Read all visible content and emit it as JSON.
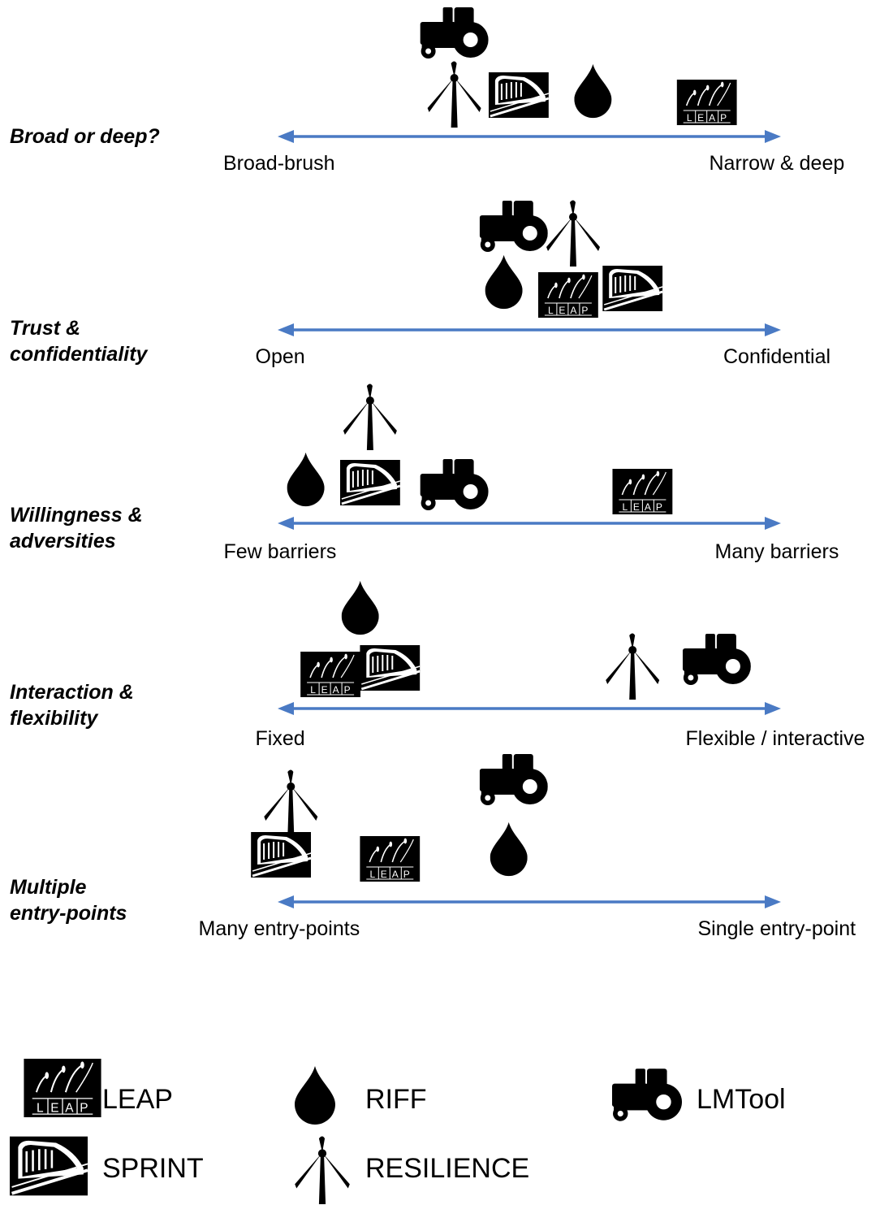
{
  "tools": {
    "leap": {
      "name": "LEAP",
      "icon": "leap-logo-icon"
    },
    "riff": {
      "name": "RIFF",
      "icon": "water-drop-icon"
    },
    "lmtool": {
      "name": "LMTool",
      "icon": "tractor-icon"
    },
    "sprint": {
      "name": "SPRINT",
      "icon": "train-icon"
    },
    "resilience": {
      "name": "RESILIENCE",
      "icon": "wind-turbine-icon"
    }
  },
  "logo_text": "LEAP",
  "colors": {
    "arrow": "#4a7ac4",
    "icon": "#000000",
    "text": "#000000"
  },
  "dimensions": [
    {
      "title_lines": [
        "Broad or deep?"
      ],
      "left_label": "Broad-brush",
      "right_label": "Narrow & deep",
      "positions": {
        "lmtool": 0.36,
        "resilience": 0.36,
        "sprint": 0.49,
        "riff": 0.64,
        "leap": 0.87
      }
    },
    {
      "title_lines": [
        "Trust &",
        "confidentiality"
      ],
      "left_label": "Open",
      "right_label": "Confidential",
      "positions": {
        "lmtool": 0.48,
        "resilience": 0.6,
        "riff": 0.46,
        "leap": 0.59,
        "sprint": 0.72
      }
    },
    {
      "title_lines": [
        "Willingness &",
        "adversities"
      ],
      "left_label": "Few barriers",
      "right_label": "Many barriers",
      "positions": {
        "resilience": 0.19,
        "riff": 0.06,
        "sprint": 0.19,
        "lmtool": 0.36,
        "leap": 0.74
      }
    },
    {
      "title_lines": [
        "Interaction &",
        "flexibility"
      ],
      "left_label": "Fixed",
      "right_label": "Flexible / interactive",
      "positions": {
        "riff": 0.17,
        "leap": 0.11,
        "sprint": 0.23,
        "resilience": 0.72,
        "lmtool": 0.89
      }
    },
    {
      "title_lines": [
        "Multiple",
        "entry-points"
      ],
      "left_label": "Many entry-points",
      "right_label": "Single entry-point",
      "positions": {
        "resilience": 0.03,
        "sprint": 0.01,
        "leap": 0.23,
        "lmtool": 0.48,
        "riff": 0.47
      }
    }
  ],
  "legend": [
    "leap",
    "riff",
    "lmtool",
    "sprint",
    "resilience"
  ]
}
